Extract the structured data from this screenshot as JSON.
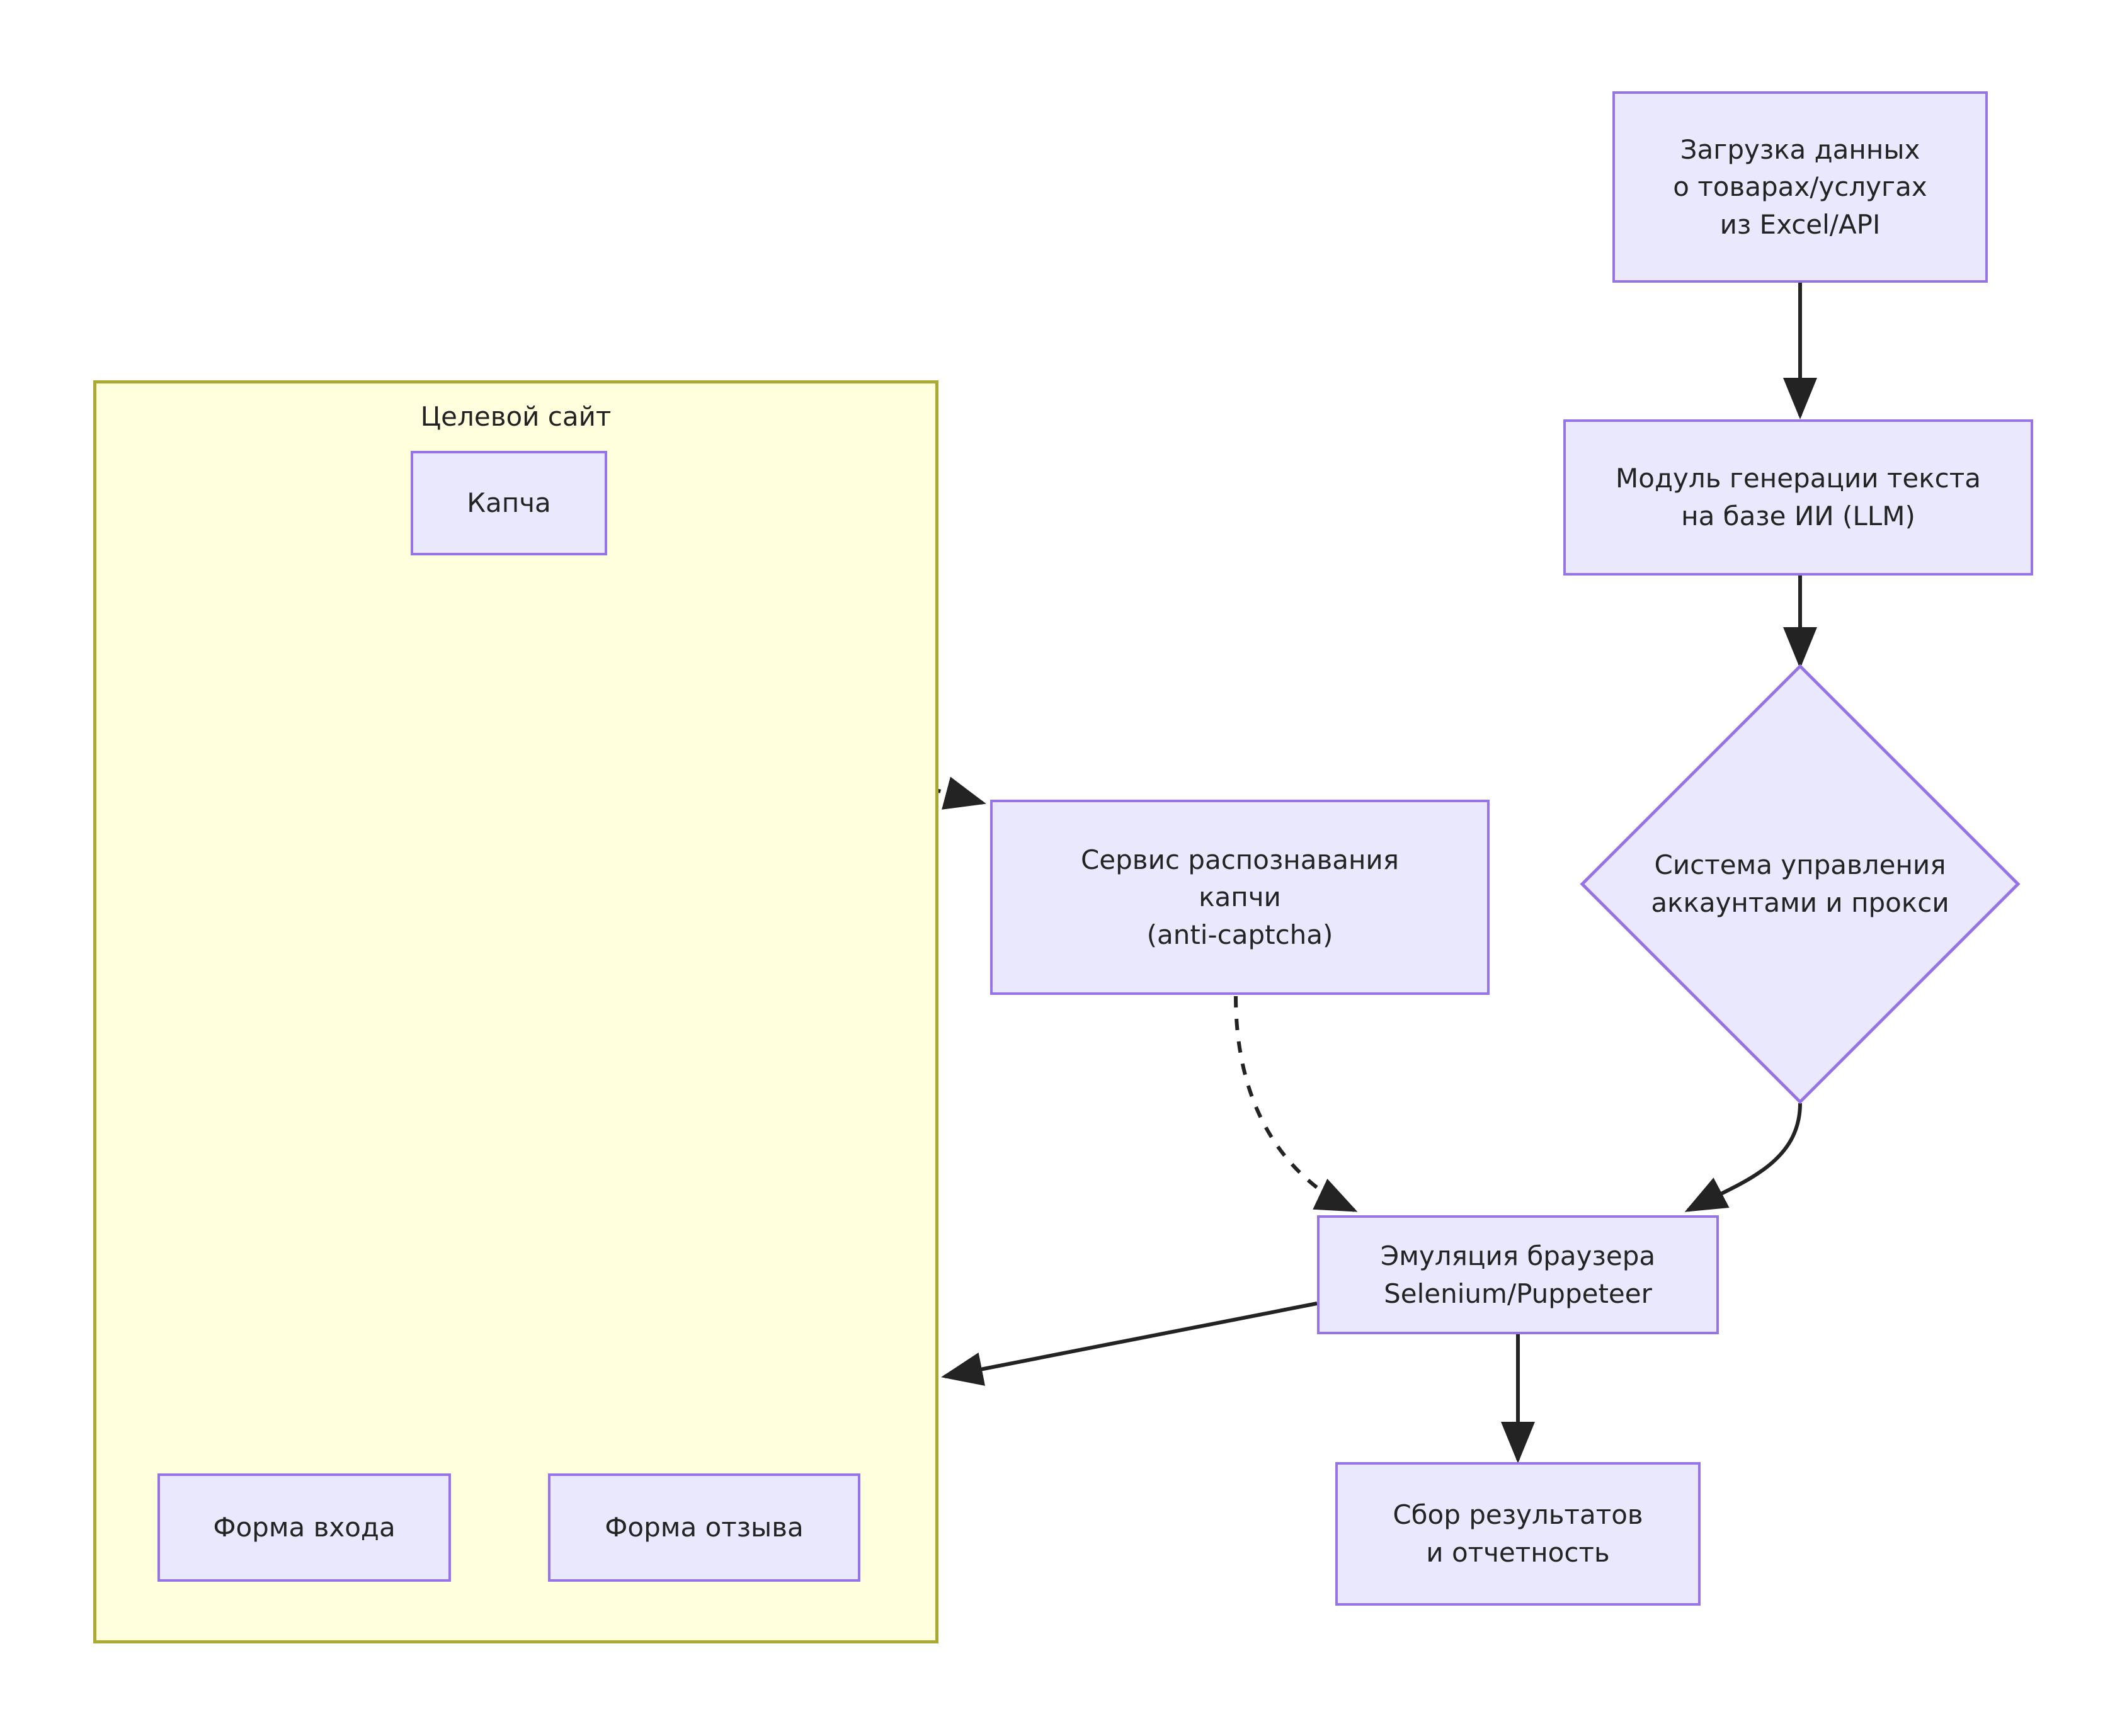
{
  "diagram": {
    "type": "flowchart",
    "colors": {
      "node_fill": "#E9E8FD",
      "node_border": "#9673E6",
      "container_fill": "#FFFFDD",
      "container_border": "#AAAA33",
      "edge": "#232323",
      "text": "#232323"
    }
  },
  "container": {
    "title": "Целевой сайт"
  },
  "nodes": {
    "captcha": {
      "label": "Капча"
    },
    "login_form": {
      "label": "Форма входа"
    },
    "review_form": {
      "label": "Форма отзыва"
    },
    "anticaptcha": {
      "label": "Сервис распознавания\nкапчи\n(anti-captcha)"
    },
    "data_load": {
      "label": "Загрузка данных\nо товарах/услугах\nиз Excel/API"
    },
    "llm_module": {
      "label": "Модуль генерации текста\nна базе ИИ (LLM)"
    },
    "accounts_proxy": {
      "label": "Система управления\nаккаунтами и прокси"
    },
    "browser_emulation": {
      "label": "Эмуляция браузера\nSelenium/Puppeteer"
    },
    "results": {
      "label": "Сбор результатов\nи отчетность"
    }
  },
  "edges": [
    {
      "from": "captcha",
      "to": "anticaptcha",
      "style": "dashed",
      "arrow": true
    },
    {
      "from": "anticaptcha",
      "to": "browser_emulation",
      "style": "dashed",
      "arrow": true
    },
    {
      "from": "data_load",
      "to": "llm_module",
      "style": "solid",
      "arrow": true
    },
    {
      "from": "llm_module",
      "to": "accounts_proxy",
      "style": "solid",
      "arrow": true
    },
    {
      "from": "accounts_proxy",
      "to": "browser_emulation",
      "style": "solid",
      "arrow": true
    },
    {
      "from": "browser_emulation",
      "to": "container",
      "style": "solid",
      "arrow": true
    },
    {
      "from": "browser_emulation",
      "to": "results",
      "style": "solid",
      "arrow": true
    }
  ]
}
